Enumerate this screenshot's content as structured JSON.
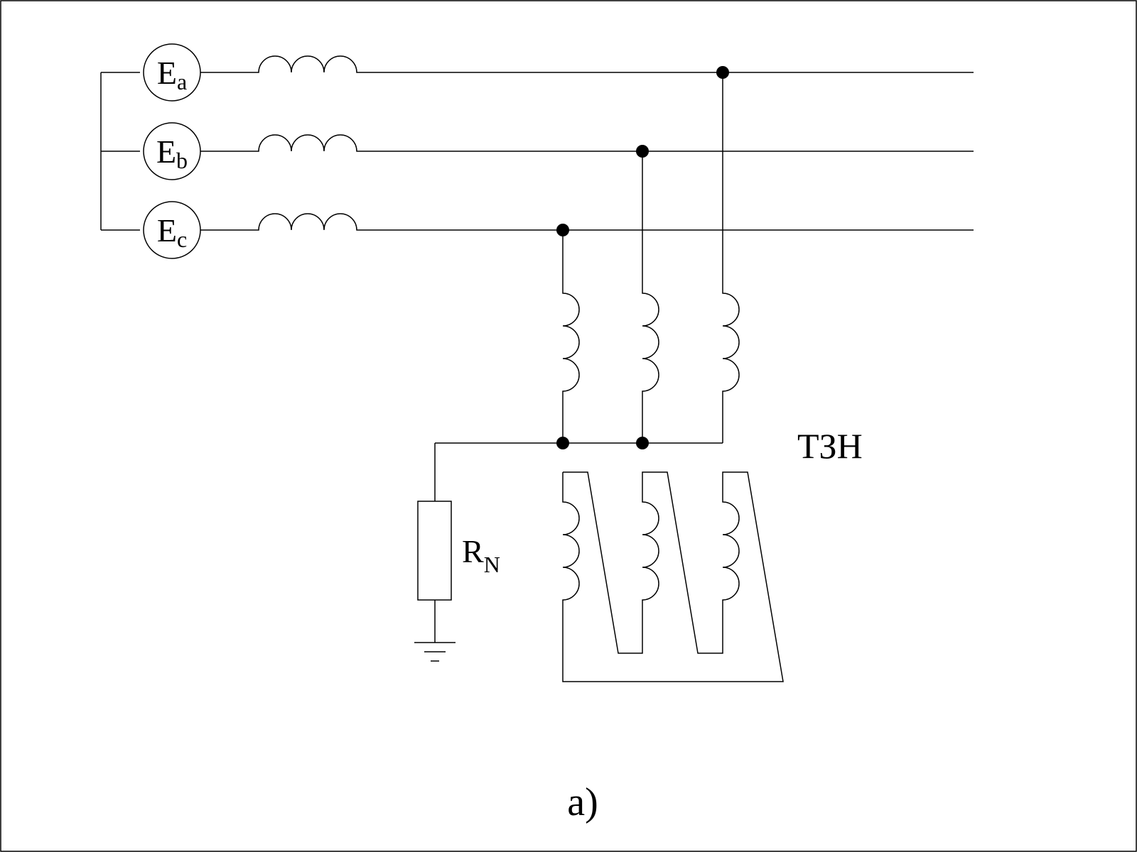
{
  "sources": [
    {
      "letter": "E",
      "sub": "a"
    },
    {
      "letter": "E",
      "sub": "b"
    },
    {
      "letter": "E",
      "sub": "c"
    }
  ],
  "transformer_label": "ТЗН",
  "resistor": {
    "letter": "R",
    "sub": "N"
  },
  "caption": "a)"
}
